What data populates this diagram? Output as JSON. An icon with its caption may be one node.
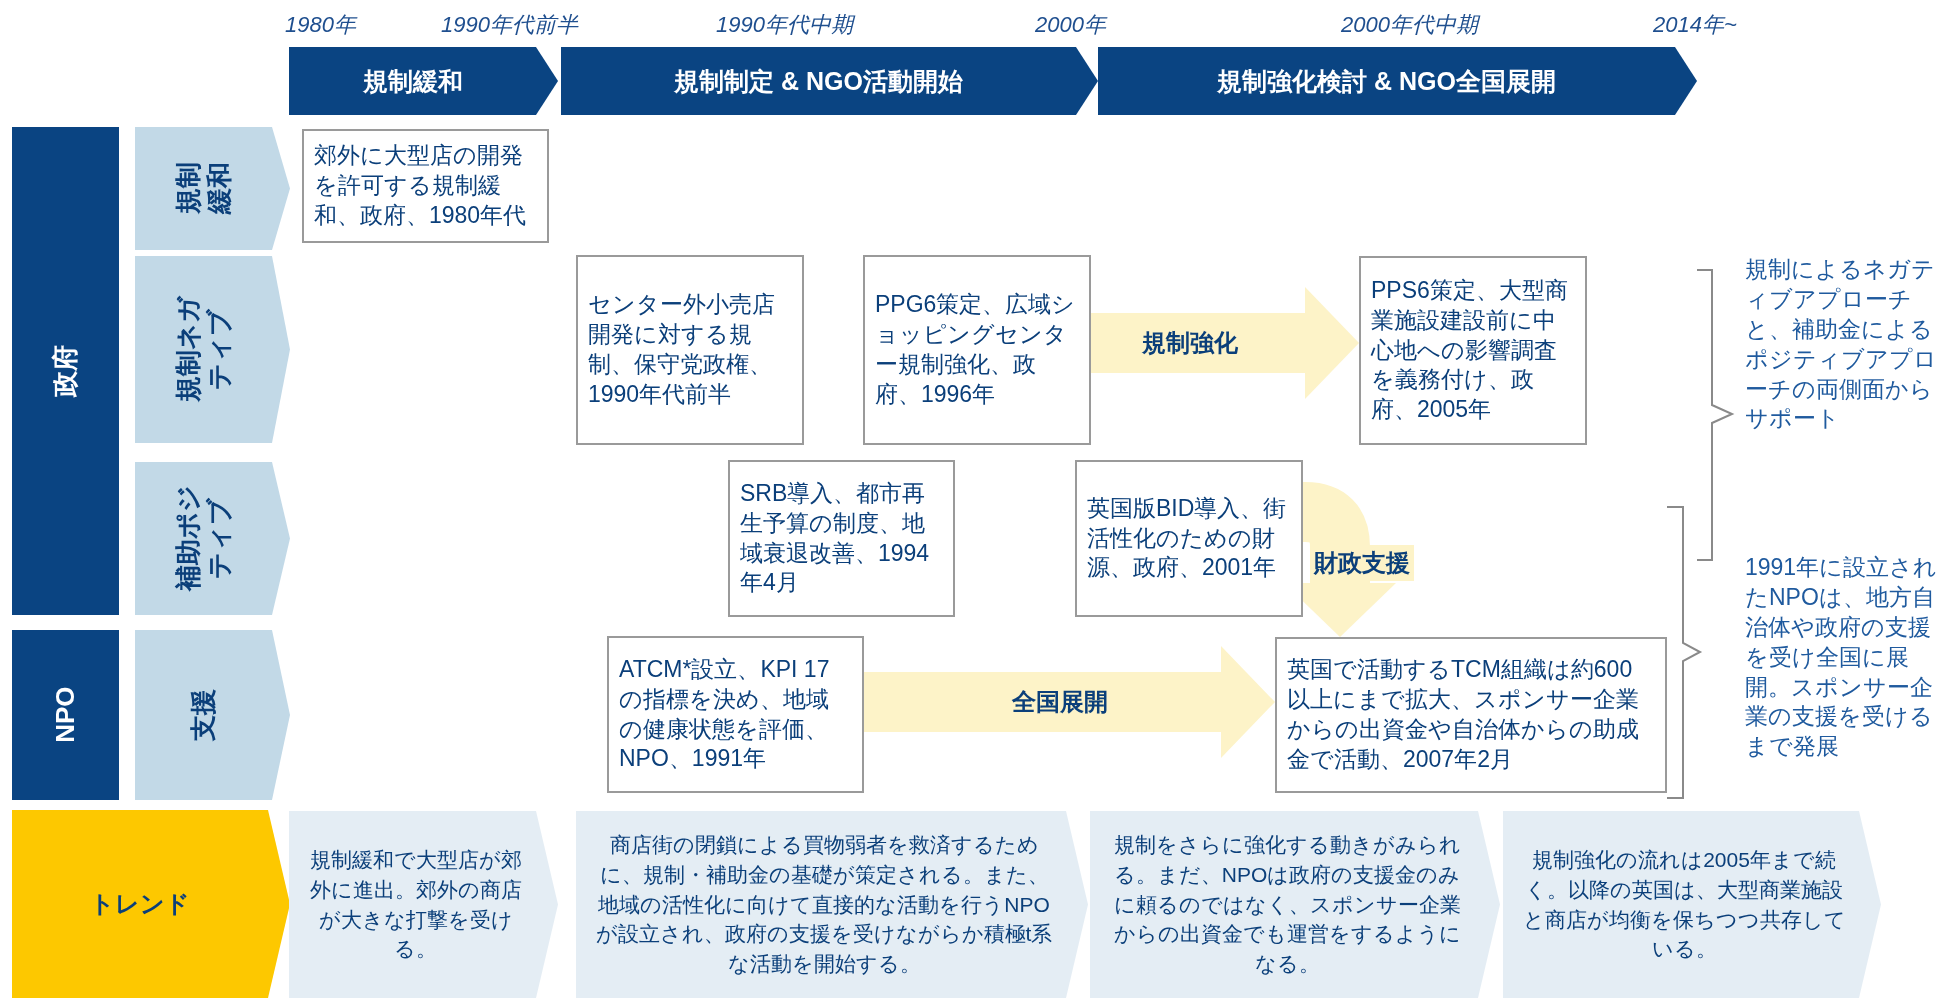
{
  "diagram": {
    "nodes": [
      {
        "text": [
          "規制緩和"
        ]
      },
      {
        "text": [
          "規制制定 & NGO活動開始"
        ]
      },
      {
        "text": [
          "規制強化検討 & NGO全国展開"
        ]
      },
      {
        "text": [
          "政府"
        ]
      },
      {
        "text": [
          "規制緩和"
        ]
      },
      {
        "text": [
          "郊外に大型店の開発を許可する規制緩和、政府、1980年代"
        ]
      },
      {
        "text": [
          "規制ネガティブ"
        ]
      },
      {
        "text": [
          "センター外小売店開発に対する規制、保守党政権、1990年代前半"
        ]
      },
      {
        "text": [
          "PPG6策定、広域ショッピングセンター規制強化、政府、1996年"
        ]
      },
      {
        "text": [
          "PPS6策定、大型商業施設建設前に中心地への影響調査を義務付け、政府、2005年"
        ]
      },
      {
        "text": [
          "補助ポジティブ"
        ]
      },
      {
        "text": [
          "SRB導入、都市再生予算の制度、地域衰退改善、1994年4月"
        ]
      },
      {
        "text": [
          "英国版BID導入、街活性化のための財源、政府、2001年"
        ]
      },
      {
        "text": [
          "NPO"
        ]
      },
      {
        "text": [
          "支援"
        ]
      },
      {
        "text": [
          "ATCM*設立、KPI 17の指標を決め、地域の健康状態を評価、NPO、1991年"
        ]
      },
      {
        "text": [
          "英国で活動するTCM組織は約600以上にまで拡大、スポンサー企業からの出資金や自治体からの助成金で活動、2007年2月"
        ]
      },
      {
        "text": [
          "トレンド"
        ]
      },
      {
        "text": [
          "規制緩和で大型店が郊外に進出。郊外の商店が大きな打撃を受ける。"
        ]
      },
      {
        "text": [
          "商店街の閉鎖による買物弱者を救済するために、規制・補助金の基礎が策定される。また、地域の活性化に向けて直接的な活動を行うNPOが設立され、政府の支援を受けながらか積極t系な活動を開始する。"
        ]
      },
      {
        "text": [
          "規制をさらに強化する動きがみられる。まだ、NPOは政府の支援金のみに頼るのではなく、スポンサー企業からの出資金でも運営をするようになる。"
        ]
      },
      {
        "text": [
          "規制強化の流れは2005年まで続く。以降の英国は、大型商業施設と商店が均衡を保ちつつ共存している。"
        ]
      }
    ],
    "edges": [
      {
        "from": 8,
        "to": 9,
        "arrow": "to",
        "label": "規制強化"
      },
      {
        "from": 12,
        "to": 16,
        "arrow": "to",
        "label": "財政支援"
      },
      {
        "from": 15,
        "to": 16,
        "arrow": "to",
        "label": "全国展開"
      }
    ],
    "labels": [
      "1980年",
      "1990年代前半",
      "1990年代中期",
      "2000年",
      "2000年代中期",
      "2014年~",
      "規制によるネガティブアプローチと、補助金によるポジティブアプローチの両側面からサポート",
      "1991年に設立されたNPOは、地方自治体や政府の支援を受け全国に展開。スポンサー企業の支援を受けるまで発展"
    ]
  }
}
